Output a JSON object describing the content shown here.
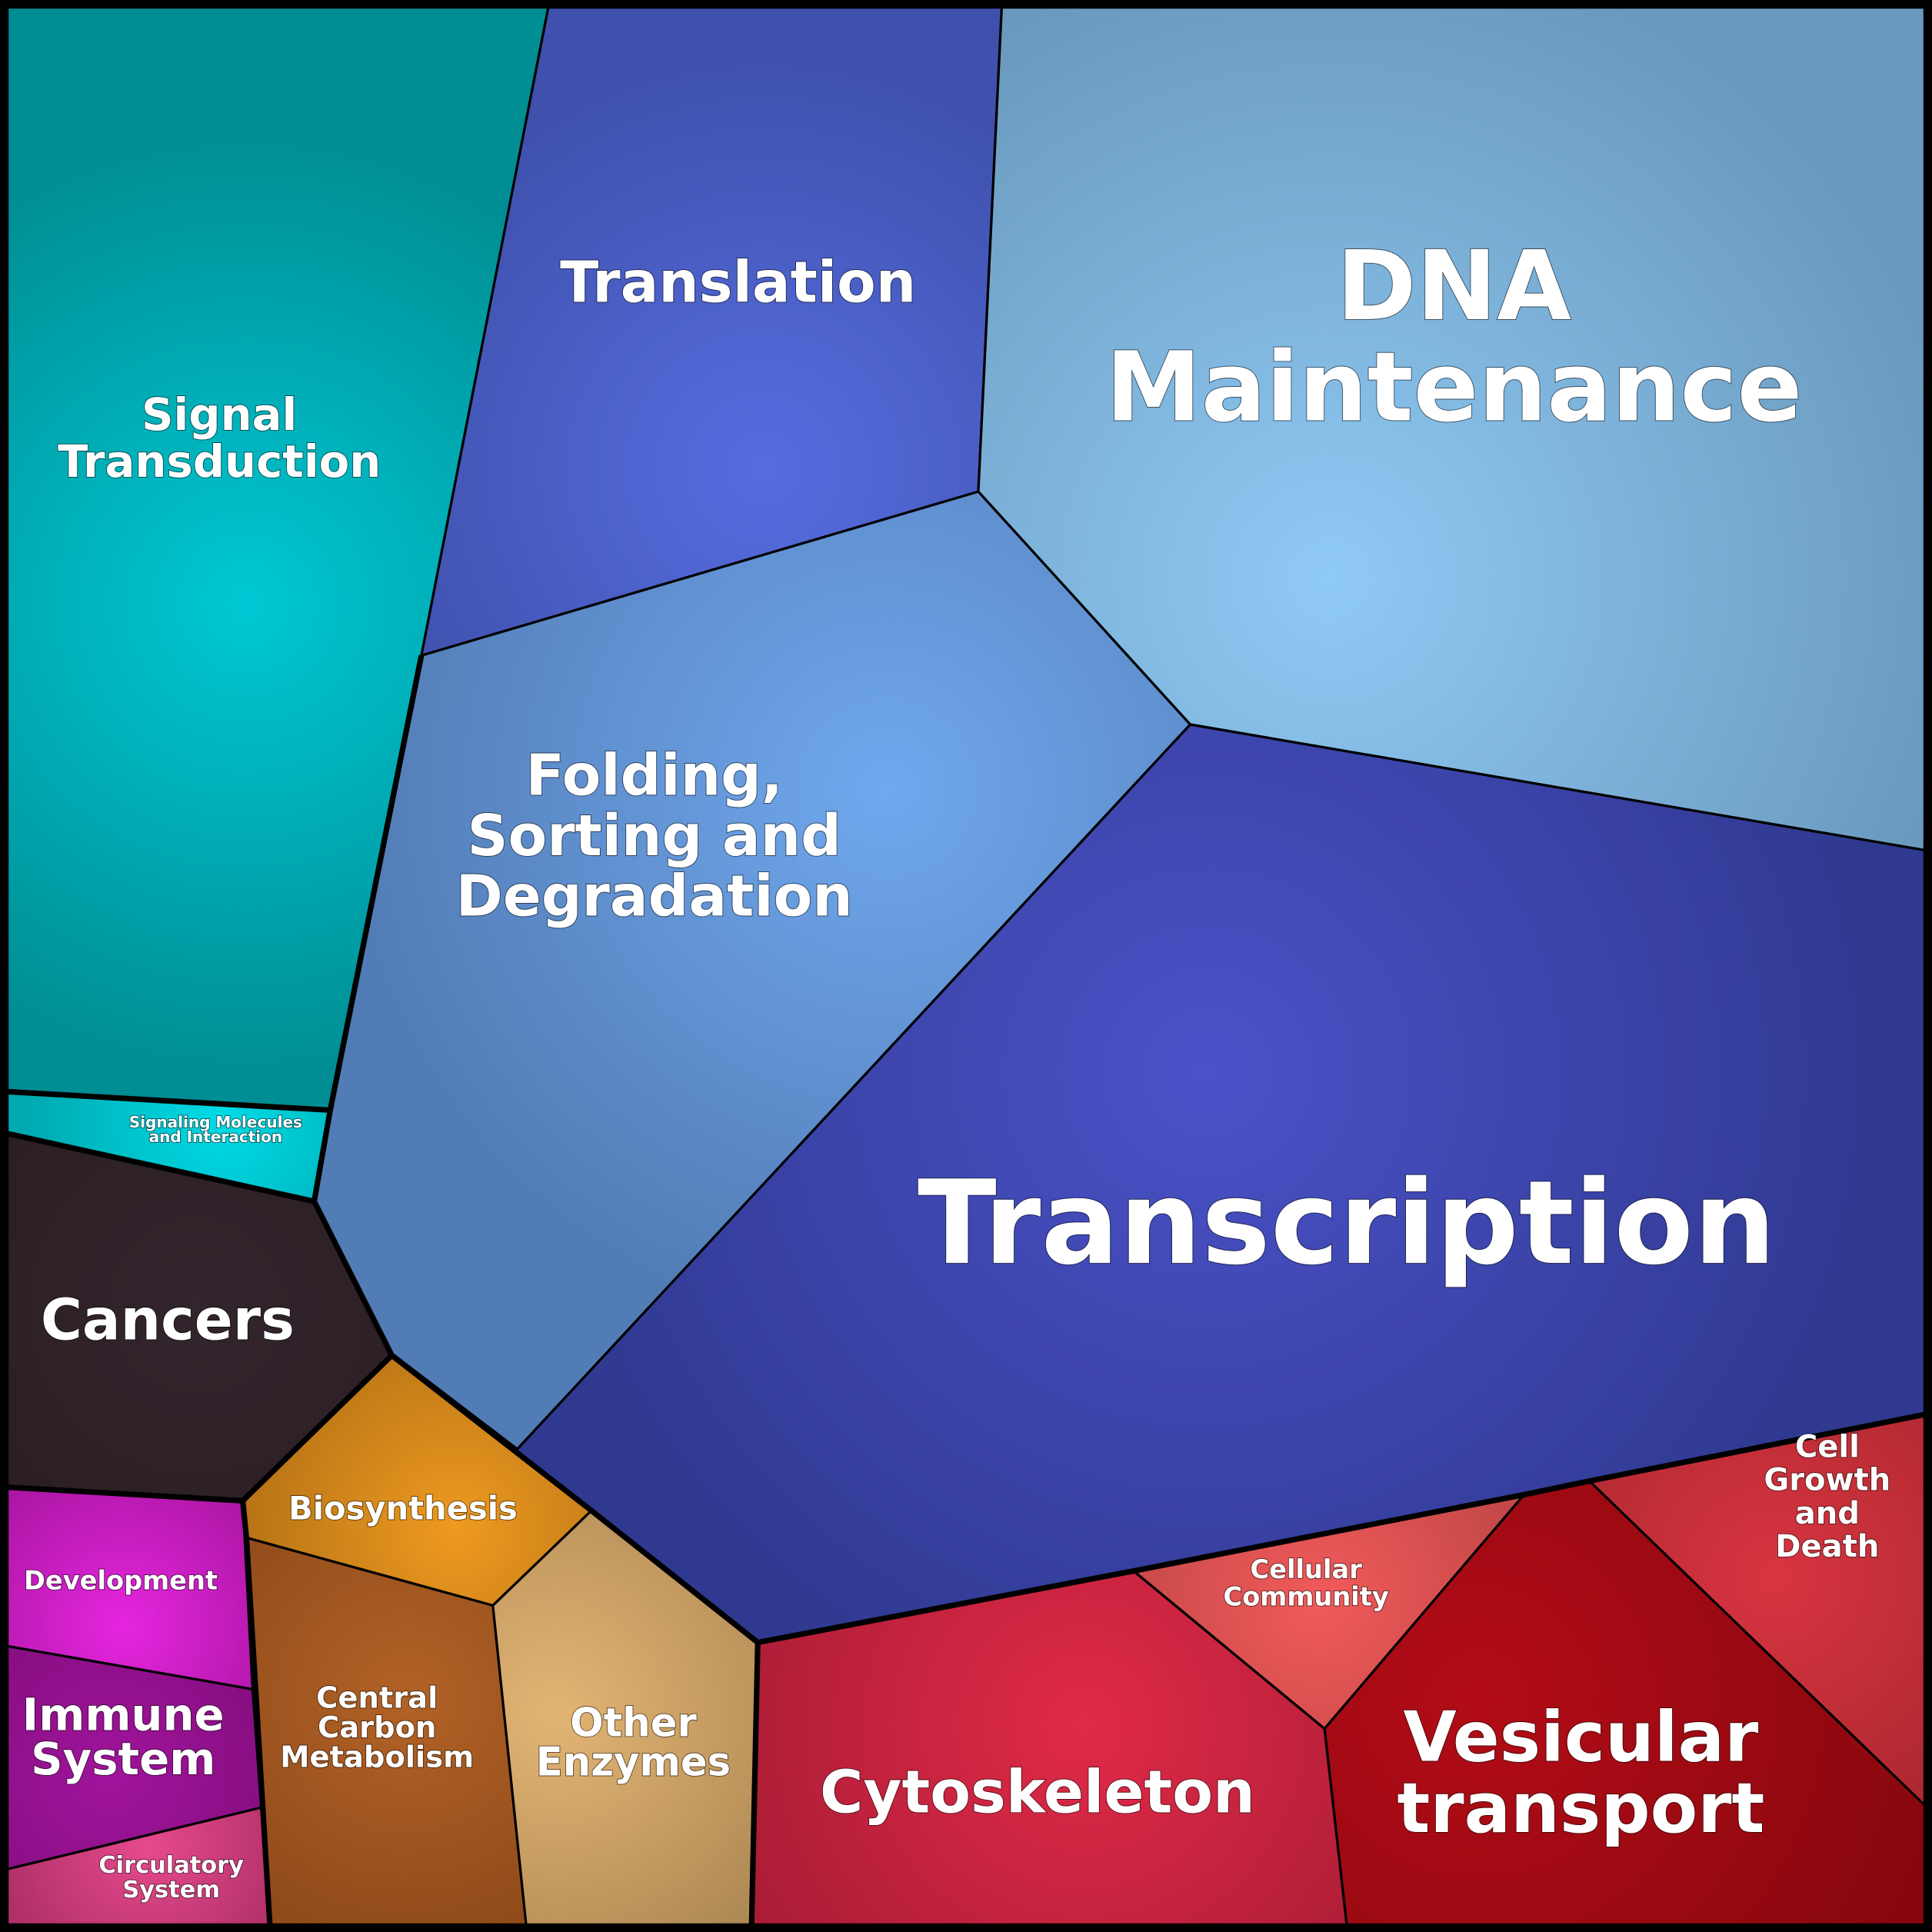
{
  "title": "Voronoi treemap of functional categories",
  "cells": [
    {
      "id": "signal-transduction",
      "lines": [
        "Signal",
        "Transduction"
      ],
      "color": "#00c8d4",
      "edge": "#008e94"
    },
    {
      "id": "signaling-molecules",
      "lines": [
        "Signaling Molecules",
        "and Interaction"
      ],
      "color": "#00dbe6",
      "edge": "#00a8b0"
    },
    {
      "id": "translation",
      "lines": [
        "Translation"
      ],
      "color": "#566de0",
      "edge": "#3f51ad"
    },
    {
      "id": "dna-maintenance",
      "lines": [
        "DNA",
        "Maintenance"
      ],
      "color": "#8fcaf5",
      "edge": "#6a99bd"
    },
    {
      "id": "folding-sorting-degradation",
      "lines": [
        "Folding,",
        "Sorting and",
        "Degradation"
      ],
      "color": "#70a8ee",
      "edge": "#527cb5"
    },
    {
      "id": "transcription",
      "lines": [
        "Transcription"
      ],
      "color": "#4a52c8",
      "edge": "#2f3990"
    },
    {
      "id": "cancers",
      "lines": [
        "Cancers"
      ],
      "color": "#33252d",
      "edge": "#2a1e24"
    },
    {
      "id": "biosynthesis",
      "lines": [
        "Biosynthesis"
      ],
      "color": "#ee9a20",
      "edge": "#b87416"
    },
    {
      "id": "development",
      "lines": [
        "Development"
      ],
      "color": "#e526df",
      "edge": "#a8159f"
    },
    {
      "id": "immune-system",
      "lines": [
        "Immune",
        "System"
      ],
      "color": "#a0149c",
      "edge": "#820d7c"
    },
    {
      "id": "circulatory-system",
      "lines": [
        "Circulatory",
        "System"
      ],
      "color": "#e64a8c",
      "edge": "#b03068"
    },
    {
      "id": "central-carbon-metabolism",
      "lines": [
        "Central",
        "Carbon",
        "Metabolism"
      ],
      "color": "#b26226",
      "edge": "#8a4718"
    },
    {
      "id": "other-enzymes",
      "lines": [
        "Other",
        "Enzymes"
      ],
      "color": "#e3b574",
      "edge": "#b08a55"
    },
    {
      "id": "cytoskeleton",
      "lines": [
        "Cytoskeleton"
      ],
      "color": "#e02a48",
      "edge": "#a81c34"
    },
    {
      "id": "cellular-community",
      "lines": [
        "Cellular",
        "Community"
      ],
      "color": "#f25a5a",
      "edge": "#c44848"
    },
    {
      "id": "vesicular-transport",
      "lines": [
        "Vesicular",
        "transport"
      ],
      "color": "#b30c16",
      "edge": "#88070e"
    },
    {
      "id": "cell-growth-death",
      "lines": [
        "Cell",
        "Growth",
        "and",
        "Death"
      ],
      "color": "#d83540",
      "edge": "#a8262e"
    }
  ]
}
